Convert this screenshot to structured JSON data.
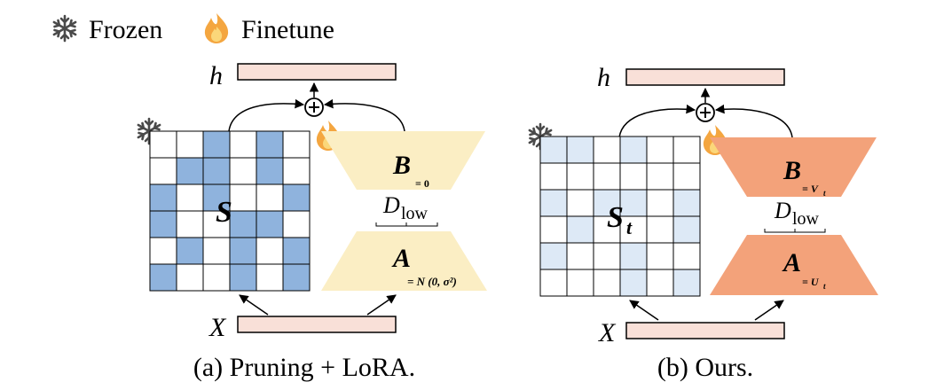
{
  "legend": {
    "frozen_label": "Frozen",
    "finetune_label": "Finetune",
    "frozen_icon": "snowflake-icon",
    "finetune_icon": "flame-icon"
  },
  "colors": {
    "mask_blue_dark": "#8fb3dd",
    "mask_blue_light": "#dde9f6",
    "lora_yellow": "#fbeec4",
    "ours_orange": "#f3a27a",
    "io_bar": "#f9e0d8",
    "snowflake": "#4a4a4a",
    "flame_outer": "#f4a640",
    "flame_inner": "#fbd77a"
  },
  "panel_a": {
    "caption": "(a) Pruning + LoRA.",
    "h_label": "h",
    "x_label": "X",
    "matrix_label": "S",
    "upper_label": "B",
    "upper_sub": "= 0",
    "lower_label": "A",
    "lower_sub": "= N (0, σ²)",
    "dim_label": "D",
    "dim_sub": "low",
    "grid": [
      [
        0,
        0,
        1,
        0,
        1,
        0
      ],
      [
        0,
        1,
        1,
        0,
        1,
        0
      ],
      [
        1,
        0,
        1,
        0,
        0,
        1
      ],
      [
        1,
        0,
        0,
        1,
        1,
        0
      ],
      [
        0,
        1,
        0,
        1,
        0,
        1
      ],
      [
        1,
        0,
        0,
        1,
        0,
        1
      ]
    ]
  },
  "panel_b": {
    "caption": "(b) Ours.",
    "h_label": "h",
    "x_label": "X",
    "matrix_label": "S",
    "matrix_sub": "t",
    "upper_label": "B",
    "upper_sub": "= V",
    "upper_sub_t": "t",
    "lower_label": "A",
    "lower_sub": "= U",
    "lower_sub_t": "t",
    "dim_label": "D",
    "dim_sub": "low",
    "grid": [
      [
        1,
        1,
        0,
        1,
        0,
        0
      ],
      [
        0,
        0,
        0,
        0,
        0,
        0
      ],
      [
        1,
        0,
        1,
        1,
        0,
        1
      ],
      [
        0,
        1,
        0,
        0,
        0,
        1
      ],
      [
        1,
        0,
        0,
        1,
        0,
        0
      ],
      [
        0,
        0,
        0,
        1,
        0,
        1
      ]
    ]
  }
}
